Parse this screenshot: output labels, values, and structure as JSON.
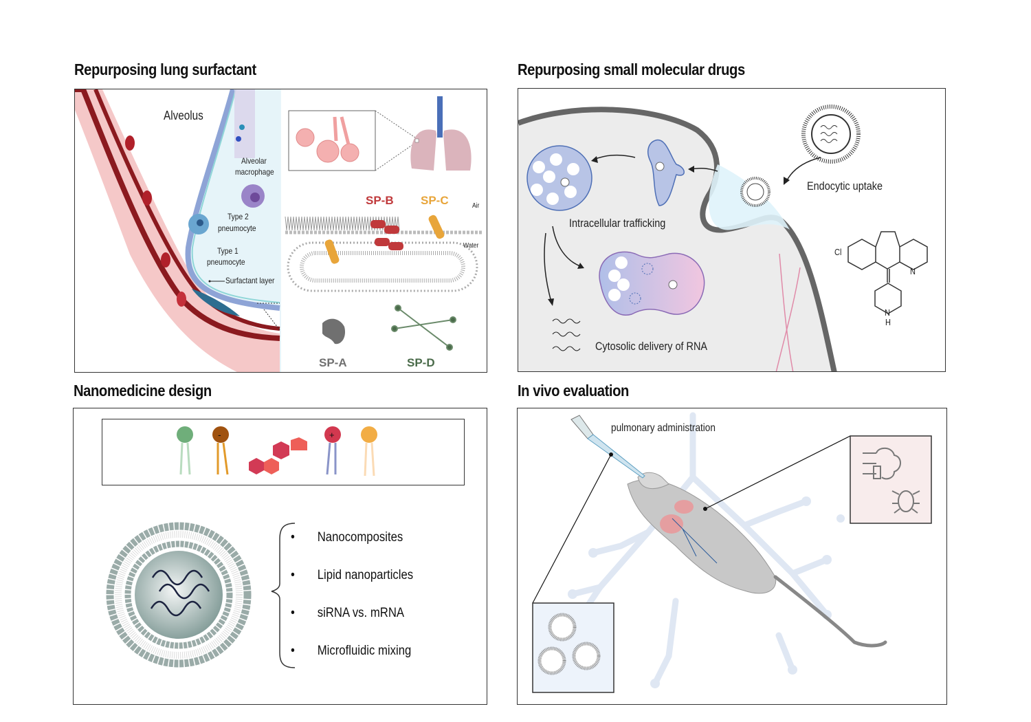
{
  "panels": {
    "surfactant": {
      "title": "Repurposing lung surfactant",
      "labels": {
        "alveolus": "Alveolus",
        "macrophage_1": "Alveolar",
        "macrophage_2": "macrophage",
        "type2_1": "Type 2",
        "type2_2": "pneumocyte",
        "type1_1": "Type 1",
        "type1_2": "pneumocyte",
        "surfactant_layer": "Surfactant layer",
        "air": "Air",
        "water": "Water"
      },
      "proteins": {
        "spb": {
          "label": "SP-B",
          "color": "#c0393b"
        },
        "spc": {
          "label": "SP-C",
          "color": "#e8a53a"
        },
        "spa": {
          "label": "SP-A",
          "color": "#707070"
        },
        "spd": {
          "label": "SP-D",
          "color": "#4a6b4a"
        }
      }
    },
    "drugs": {
      "title": "Repurposing small molecular drugs",
      "labels": {
        "endocytic": "Endocytic uptake",
        "trafficking": "Intracellular trafficking",
        "cytosolic": "Cytosolic delivery of RNA",
        "cl": "Cl",
        "n": "N",
        "nh_n": "N",
        "nh_h": "H"
      }
    },
    "nanomedicine": {
      "title": "Nanomedicine design",
      "lipids": [
        {
          "name": "neutral-lipid",
          "color": "#6fae7a",
          "charge": ""
        },
        {
          "name": "anionic-lipid",
          "color": "#a0520f",
          "charge": "-"
        },
        {
          "name": "cholesterol",
          "color": "#d23a55",
          "charge": ""
        },
        {
          "name": "cationic-lipid",
          "color": "#d2384f",
          "charge": "+"
        },
        {
          "name": "helper-lipid",
          "color": "#f2ad45",
          "charge": ""
        }
      ],
      "bullets": [
        "Nanocomposites",
        "Lipid nanoparticles",
        "siRNA vs. mRNA",
        "Microfluidic mixing"
      ]
    },
    "invivo": {
      "title": "In vivo evaluation",
      "labels": {
        "administration": "pulmonary administration"
      }
    }
  }
}
